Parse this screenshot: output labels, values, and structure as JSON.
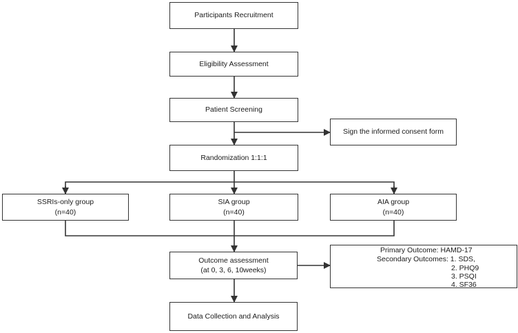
{
  "steps": {
    "recruitment": "Participants Recruitment",
    "eligibility": "Eligibility Assessment",
    "screening": "Patient Screening",
    "consent": "Sign the informed consent form",
    "randomization": "Randomization 1:1:1",
    "outcome_line1": "Outcome assessment",
    "outcome_line2": "(at 0, 3, 6, 10weeks)",
    "data": "Data Collection and Analysis"
  },
  "groups": [
    {
      "name": "SSRIs-only group",
      "n": "(n=40)"
    },
    {
      "name": "SIA group",
      "n": "(n=40)"
    },
    {
      "name": "AIA group",
      "n": "(n=40)"
    }
  ],
  "outcomes": {
    "primary": "Primary Outcome: HAMD-17",
    "secondary": "Secondary Outcomes: 1. SDS,",
    "item2": "2. PHQ9",
    "item3": "3.  PSQI",
    "item4": "4.  SF36"
  }
}
